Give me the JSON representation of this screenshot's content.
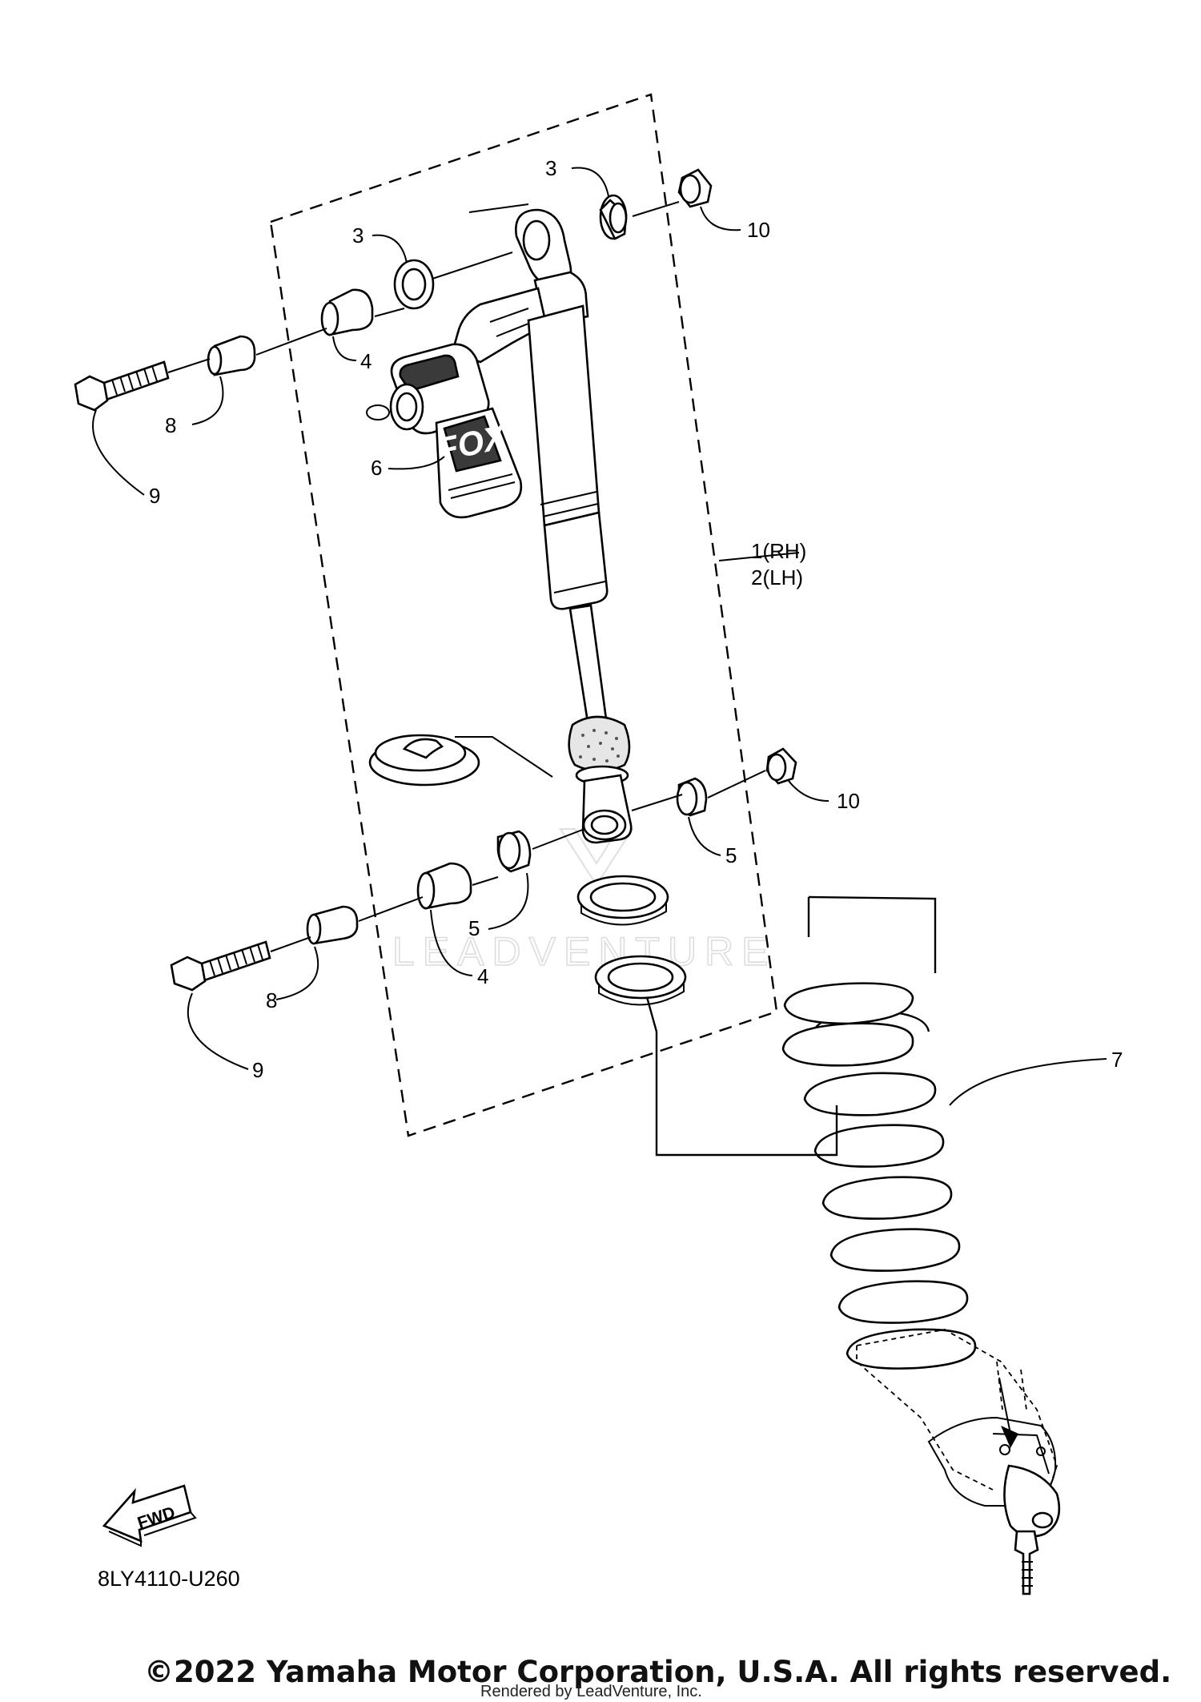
{
  "diagram": {
    "callouts": [
      {
        "id": "c3a",
        "text": "3"
      },
      {
        "id": "c3b",
        "text": "3"
      },
      {
        "id": "c10a",
        "text": "10"
      },
      {
        "id": "c4a",
        "text": "4"
      },
      {
        "id": "c8a",
        "text": "8"
      },
      {
        "id": "c9a",
        "text": "9"
      },
      {
        "id": "c6",
        "text": "6"
      },
      {
        "id": "c1",
        "text": "1(RH)"
      },
      {
        "id": "c2",
        "text": "2(LH)"
      },
      {
        "id": "c10b",
        "text": "10"
      },
      {
        "id": "c5a",
        "text": "5"
      },
      {
        "id": "c5b",
        "text": "5"
      },
      {
        "id": "c4b",
        "text": "4"
      },
      {
        "id": "c8b",
        "text": "8"
      },
      {
        "id": "c9b",
        "text": "9"
      },
      {
        "id": "c7",
        "text": "7"
      }
    ],
    "fwd_label": "FWD",
    "diagram_code": "8LY4110-U260",
    "watermark": "LEADVENTURE",
    "shock_branding": "FOX"
  },
  "footer": {
    "copyright": "©2022 Yamaha Motor Corporation, U.S.A. All rights reserved.",
    "rendered_by": "Rendered by LeadVenture, Inc."
  }
}
